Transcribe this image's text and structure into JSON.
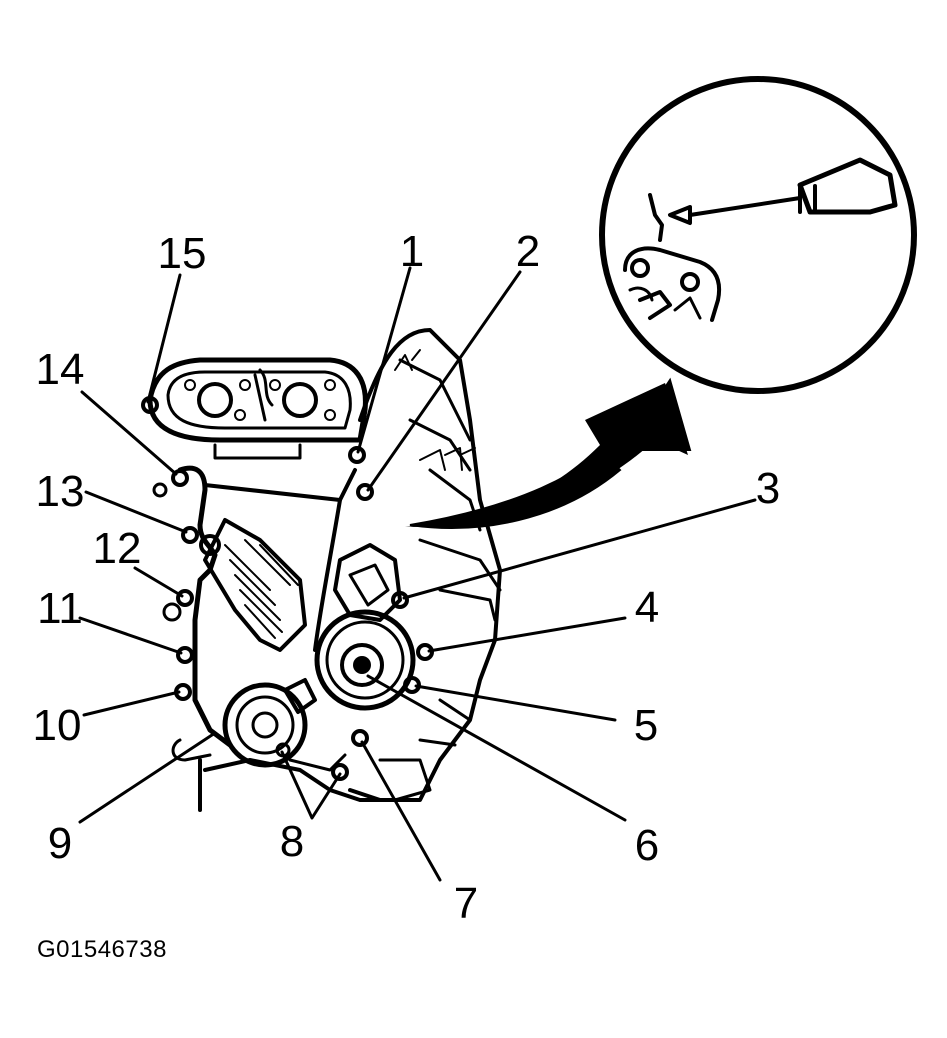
{
  "diagram": {
    "callouts": [
      {
        "id": "c1",
        "label": "1"
      },
      {
        "id": "c2",
        "label": "2"
      },
      {
        "id": "c3",
        "label": "3"
      },
      {
        "id": "c4",
        "label": "4"
      },
      {
        "id": "c5",
        "label": "5"
      },
      {
        "id": "c6",
        "label": "6"
      },
      {
        "id": "c7",
        "label": "7"
      },
      {
        "id": "c8",
        "label": "8"
      },
      {
        "id": "c9",
        "label": "9"
      },
      {
        "id": "c10",
        "label": "10"
      },
      {
        "id": "c11",
        "label": "11"
      },
      {
        "id": "c12",
        "label": "12"
      },
      {
        "id": "c13",
        "label": "13"
      },
      {
        "id": "c14",
        "label": "14"
      },
      {
        "id": "c15",
        "label": "15"
      }
    ],
    "figure_id": "G01546738",
    "colors": {
      "ink": "#000000",
      "background": "#ffffff"
    }
  }
}
